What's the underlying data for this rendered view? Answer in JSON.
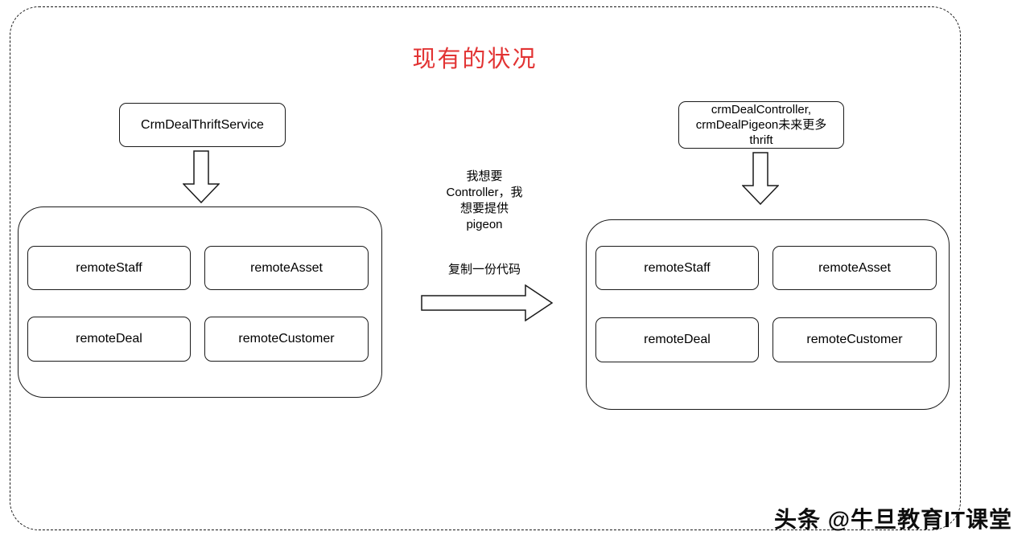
{
  "title": "现有的状况",
  "left": {
    "service_label": "CrmDealThriftService",
    "modules": [
      "remoteStaff",
      "remoteAsset",
      "remoteDeal",
      "remoteCustomer"
    ]
  },
  "middle": {
    "note": "我想要\nController，我\n想要提供\npigeon",
    "arrow_label": "复制一份代码"
  },
  "right": {
    "service_label": "crmDealController,\ncrmDealPigeon未来更多\nthrift",
    "modules": [
      "remoteStaff",
      "remoteAsset",
      "remoteDeal",
      "remoteCustomer"
    ]
  },
  "watermark": "头条 @牛旦教育IT课堂",
  "colors": {
    "title_red": "#e23333",
    "line": "#1a1a1a",
    "background": "#ffffff"
  }
}
